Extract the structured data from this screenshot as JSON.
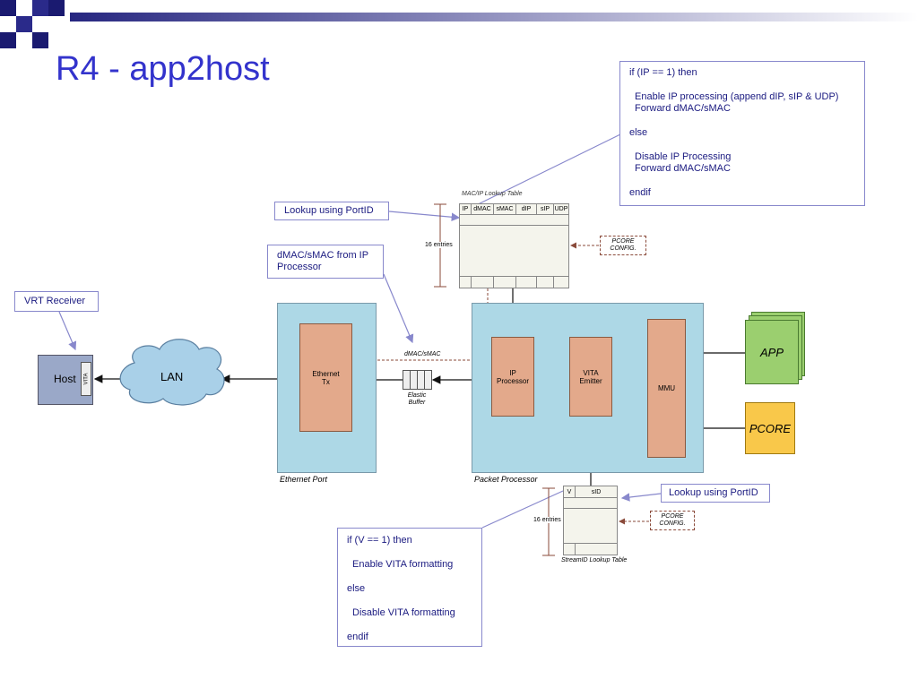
{
  "slide": {
    "title": "R4 - app2host"
  },
  "callouts": {
    "top_right": {
      "line1": "if (IP == 1) then",
      "line2": "Enable IP processing (append dIP, sIP & UDP)",
      "line3": "Forward dMAC/sMAC",
      "line4": "else",
      "line5": "Disable IP Processing",
      "line6": "Forward dMAC/sMAC",
      "line7": "endif"
    },
    "lookup_top": "Lookup using PortID",
    "dmac_from_ip": "dMAC/sMAC from IP Processor",
    "vrt_receiver": "VRT Receiver",
    "lookup_bottom": "Lookup using PortID",
    "bottom_left": {
      "line1": "if (V == 1) then",
      "line2": "Enable VITA formatting",
      "line3": "else",
      "line4": "Disable VITA formatting",
      "line5": "endif"
    }
  },
  "mac_table": {
    "caption": "MAC/IP Lookup Table",
    "columns": [
      "IP",
      "dMAC",
      "sMAC",
      "dIP",
      "sIP",
      "UDP"
    ],
    "entries_label": "16 entries",
    "config_line1": "PCORE",
    "config_line2": "CONFIG."
  },
  "stream_table": {
    "caption": "StreamID Lookup Table",
    "columns": [
      "V",
      "sID"
    ],
    "entries_label": "16 entries",
    "config_line1": "PCORE",
    "config_line2": "CONFIG."
  },
  "blocks": {
    "ethernet_port": "Ethernet Port",
    "ethernet_tx_line1": "Ethernet",
    "ethernet_tx_line2": "Tx",
    "packet_processor": "Packet Processor",
    "ip_processor_line1": "IP",
    "ip_processor_line2": "Processor",
    "vita_emitter_line1": "VITA",
    "vita_emitter_line2": "Emitter",
    "mmu": "MMU",
    "app": "APP",
    "pcore": "PCORE",
    "host": "Host",
    "vita_tag": "VITA",
    "lan": "LAN",
    "elastic_buffer_line1": "Elastic",
    "elastic_buffer_line2": "Buffer",
    "dmac_smac_label": "dMAC/sMAC"
  },
  "colors": {
    "title": "#3333cc",
    "port_fill": "#add8e6",
    "block_fill": "#e3a98b",
    "app_fill": "#9bcf6f",
    "pcore_fill": "#f9c84a",
    "host_fill": "#9aa8c8",
    "callout_border": "#8888cc"
  }
}
